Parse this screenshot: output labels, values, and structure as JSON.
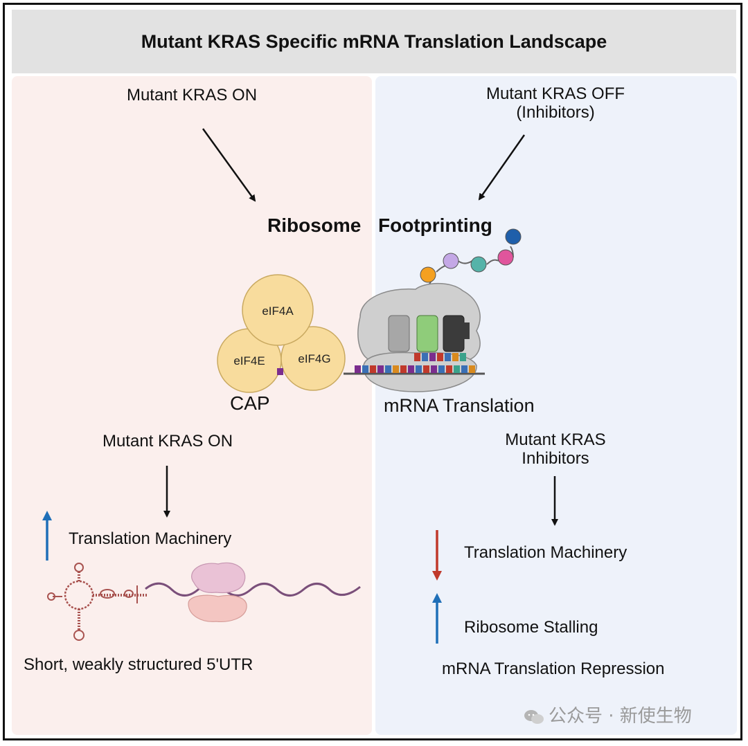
{
  "title": "Mutant KRAS Specific mRNA Translation Landscape",
  "top_left_label": "Mutant KRAS ON",
  "top_right_label_line1": "Mutant KRAS OFF",
  "top_right_label_line2": "(Inhibitors)",
  "center_heading_part1": "Ribosome",
  "center_heading_part2": "Footprinting",
  "eif_labels": {
    "a": "eIF4A",
    "e": "eIF4E",
    "g": "eIF4G"
  },
  "cap_label": "CAP",
  "mrna_translation_label": "mRNA Translation",
  "left_bottom": {
    "heading": "Mutant KRAS ON",
    "machinery": "Translation Machinery",
    "utr": "Short, weakly structured 5'UTR"
  },
  "right_bottom": {
    "heading_line1": "Mutant KRAS",
    "heading_line2": "Inhibitors",
    "machinery": "Translation Machinery",
    "stalling": "Ribosome Stalling",
    "repression": "mRNA Translation Repression"
  },
  "watermark": "公众号 · 新使生物",
  "colors": {
    "left_panel": "#fbefed",
    "right_panel": "#eef2fa",
    "title_bar": "#e2e2e2",
    "eif_fill": "#f8dc9d",
    "up_arrow": "#1f6fb8",
    "down_arrow": "#c0392b"
  }
}
